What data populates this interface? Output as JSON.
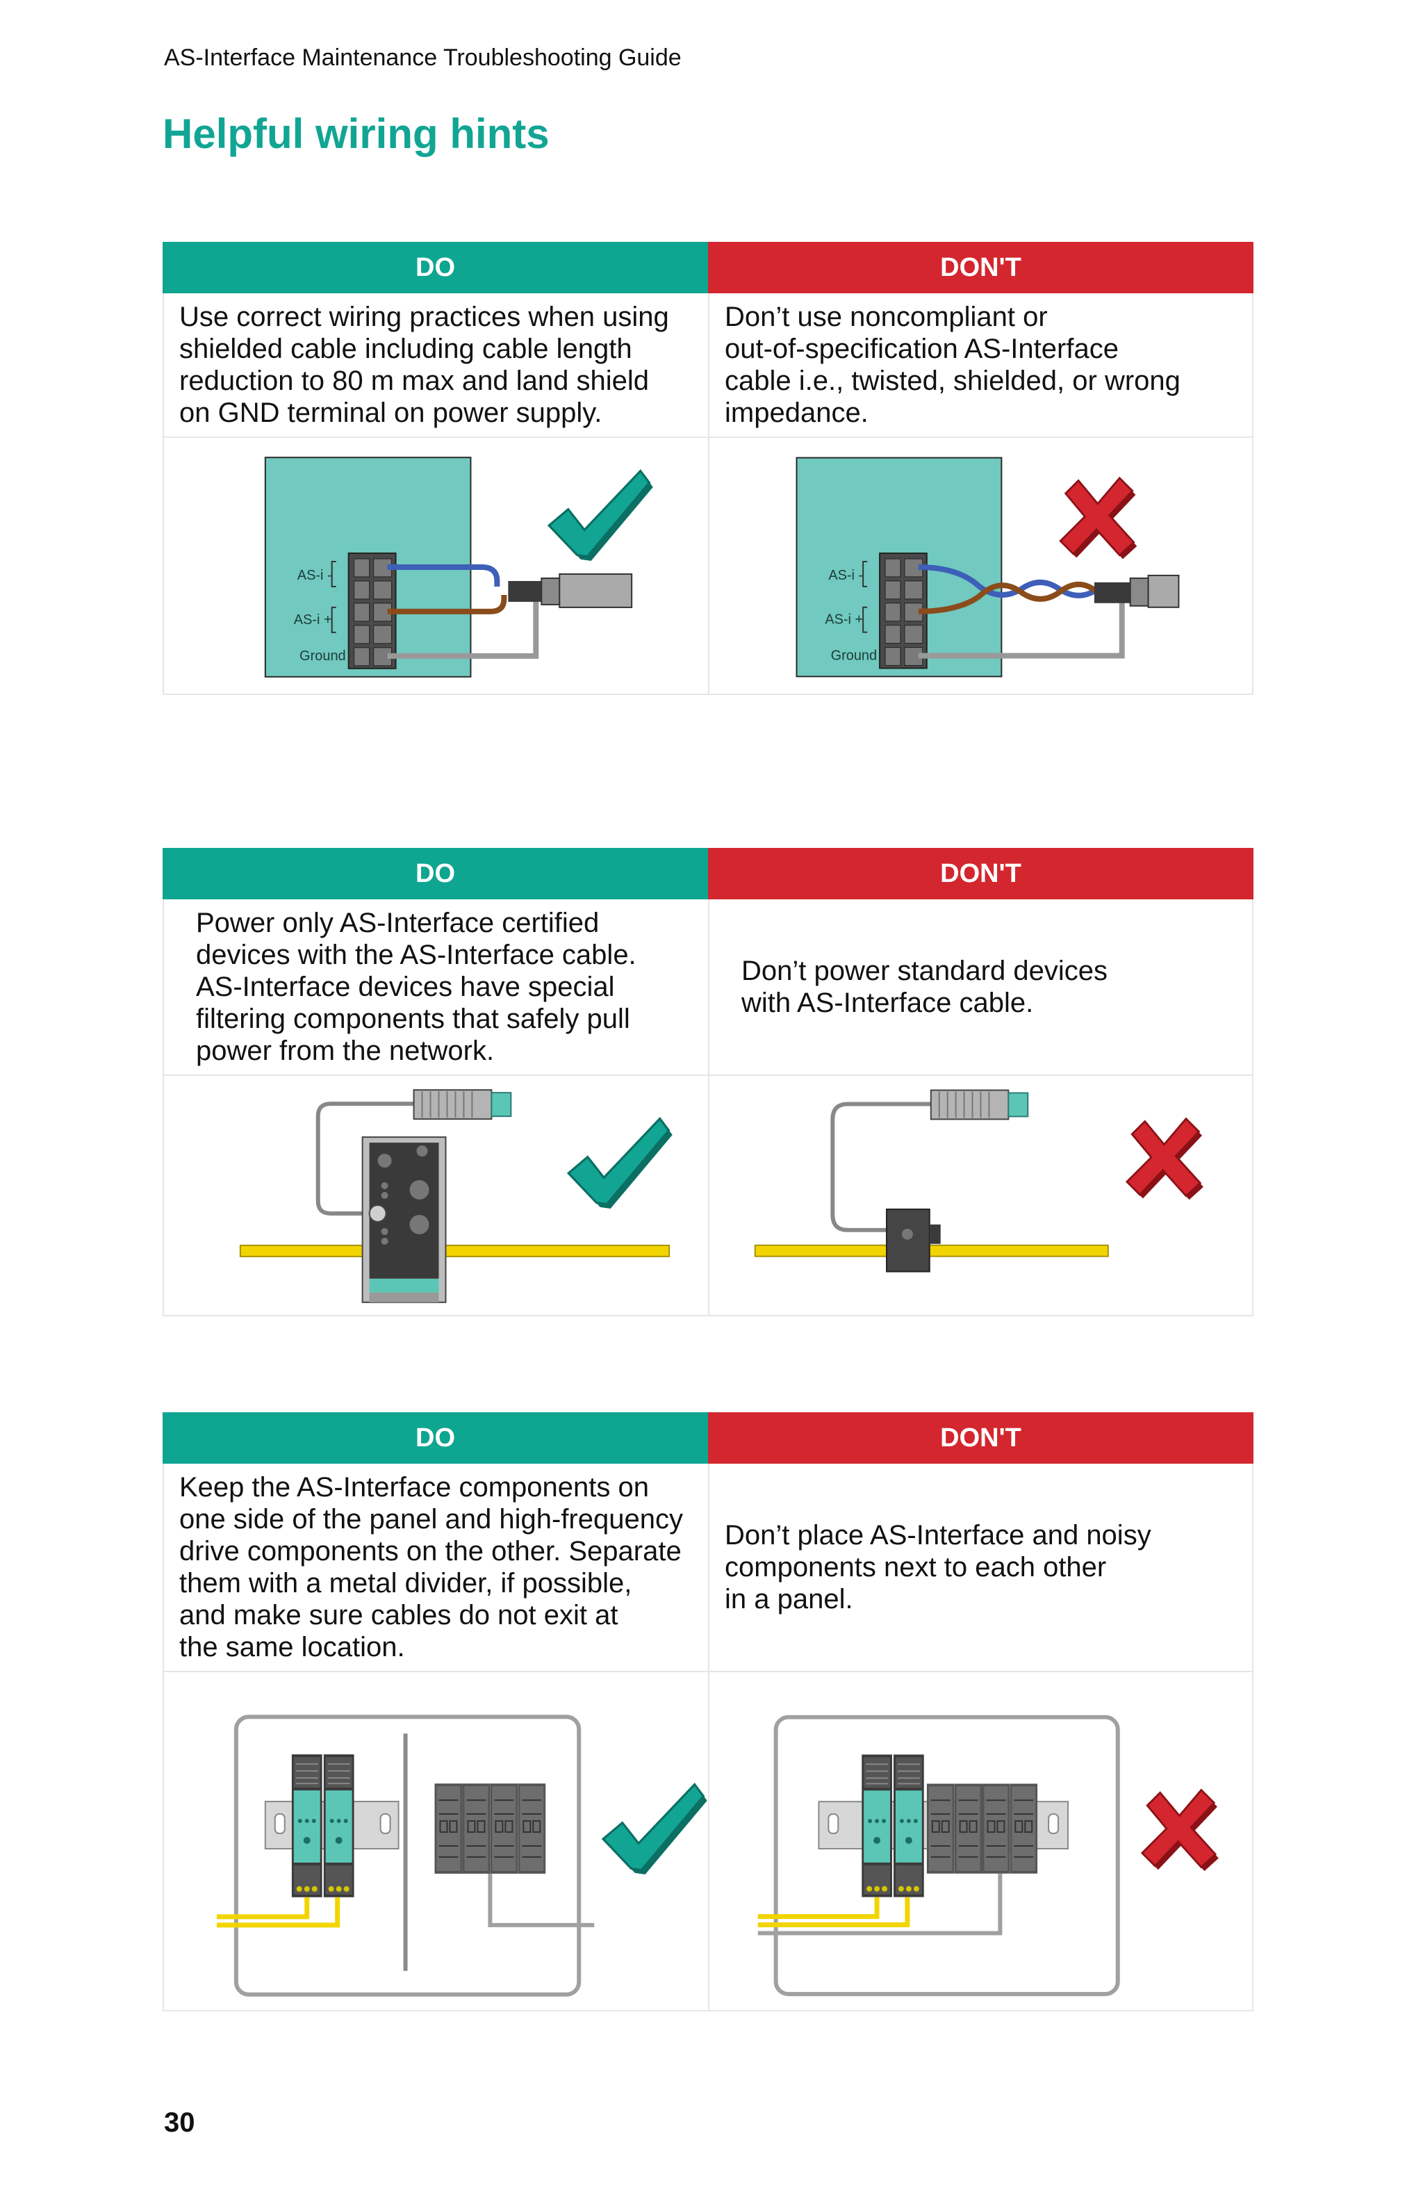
{
  "header": {
    "running_head": "AS-Interface Maintenance Troubleshooting Guide",
    "title": "Helpful wiring hints",
    "page_number": "30"
  },
  "sections": [
    {
      "do_label": "DO",
      "dont_label": "DON'T",
      "do_text": "Use correct wiring practices when using\nshielded cable including cable length\nreduction to 80 m max and land shield\non GND terminal on power supply.",
      "dont_text": "Don’t use noncompliant or\nout-of-specification AS-Interface\ncable i.e., twisted, shielded, or wrong\nimpedance.",
      "terminal_labels": [
        "AS-i  -",
        "AS-i  +",
        "Ground"
      ]
    },
    {
      "do_label": "DO",
      "dont_label": "DON'T",
      "do_text": "Power only AS-Interface certified\ndevices with the AS-Interface cable.\nAS-Interface devices have special\nfiltering components that safely pull\npower from the network.",
      "dont_text": "Don’t power standard devices\nwith AS-Interface cable."
    },
    {
      "do_label": "DO",
      "dont_label": "DON'T",
      "do_text": "Keep the AS-Interface components on\none side of the panel and high-frequency\ndrive components on the other. Separate\nthem with a metal divider, if possible,\nand make sure cables do not exit at\nthe same location.",
      "dont_text": "Don’t place AS-Interface and noisy\ncomponents next to each other\nin a panel."
    }
  ],
  "icons": {
    "do_mark": "check-mark-icon",
    "dont_mark": "cross-mark-icon"
  },
  "colors": {
    "teal": "#12a594",
    "red": "#d4262e",
    "panel_teal": "#71c9bf",
    "cable_yellow": "#f2d500"
  }
}
